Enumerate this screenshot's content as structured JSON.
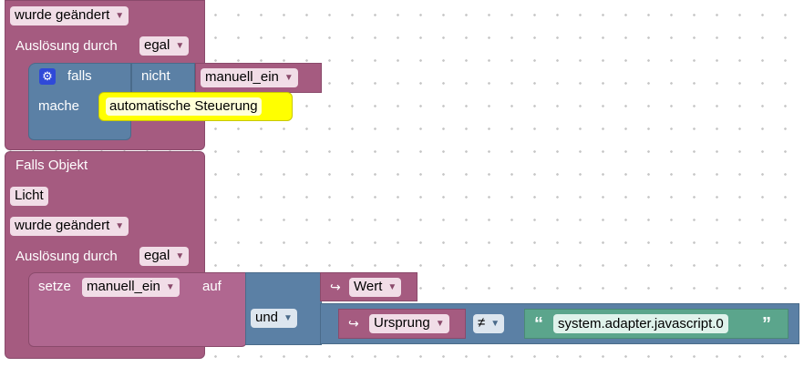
{
  "block1": {
    "changed_dropdown": "wurde geändert",
    "trigger_label": "Auslösung durch",
    "trigger_dropdown": "egal",
    "if_label": "falls",
    "not_label": "nicht",
    "var_dropdown": "manuell_ein",
    "do_label": "mache",
    "comment_text": "automatische Steuerung"
  },
  "block2": {
    "object_label": "Falls Objekt",
    "object_value": "Licht",
    "changed_dropdown": "wurde geändert",
    "trigger_label": "Auslösung durch",
    "trigger_dropdown": "egal",
    "set_label": "setze",
    "set_var_dropdown": "manuell_ein",
    "to_label": "auf",
    "and_dropdown": "und",
    "value_dropdown": "Wert",
    "source_dropdown": "Ursprung",
    "compare_op": "≠",
    "text_value": "system.adapter.javascript.0"
  },
  "icons": {
    "gear": "⚙",
    "arrow": "↪",
    "open_quote": "“",
    "close_quote": "”"
  },
  "colors": {
    "event_block": "#a55b80",
    "logic_block": "#5b80a5",
    "text_block": "#5ba58c",
    "comment_bg": "#ffff00"
  }
}
